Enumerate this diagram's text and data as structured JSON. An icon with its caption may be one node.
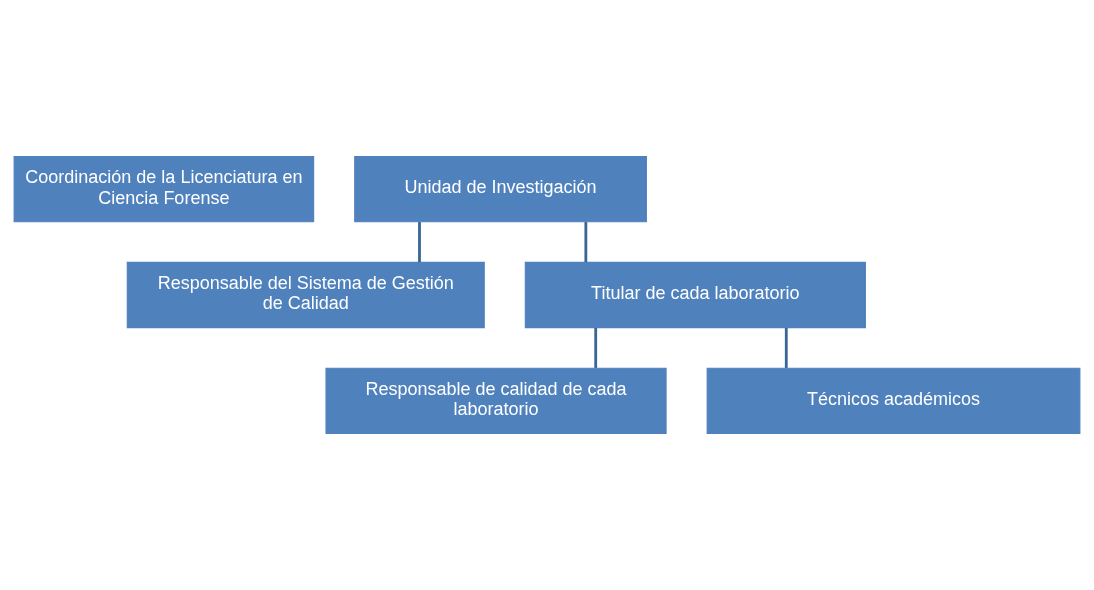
{
  "diagram": {
    "nodes": [
      {
        "text": [
          "Coordinación de la Licenciatura en Ciencia Forense"
        ]
      },
      {
        "text": [
          "Unidad de Investigación"
        ]
      },
      {
        "text": [
          "Responsable del Sistema de Gestión de Calidad"
        ]
      },
      {
        "text": [
          "Titular de cada laboratorio"
        ]
      },
      {
        "text": [
          "Responsable de calidad de cada laboratorio"
        ]
      },
      {
        "text": [
          "Técnicos académicos"
        ]
      }
    ],
    "edges": [
      {
        "from": 1,
        "to": 2,
        "arrow": "none"
      },
      {
        "from": 1,
        "to": 3,
        "arrow": "none"
      },
      {
        "from": 3,
        "to": 4,
        "arrow": "none"
      },
      {
        "from": 3,
        "to": 5,
        "arrow": "none"
      }
    ]
  }
}
